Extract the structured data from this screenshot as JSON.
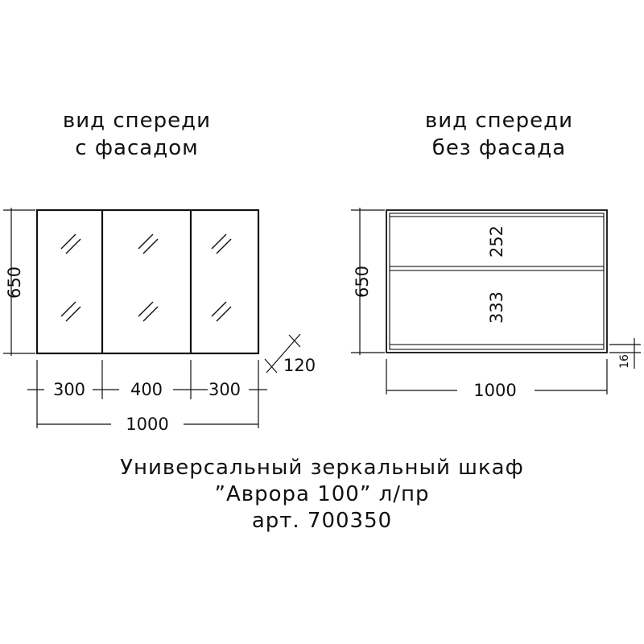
{
  "views": {
    "left_title_line1": "вид спереди",
    "left_title_line2": "с фасадом",
    "right_title_line1": "вид спереди",
    "right_title_line2": "без фасада"
  },
  "dimensions": {
    "left_height": "650",
    "depth": "120",
    "door_widths": [
      "300",
      "400",
      "300"
    ],
    "left_total_width": "1000",
    "right_height": "650",
    "shelf_upper": "252",
    "shelf_lower": "333",
    "plinth": "16",
    "right_total_width": "1000"
  },
  "caption": {
    "line1": "Универсальный зеркальный шкаф",
    "line2": "”Аврора 100” л/пр",
    "line3": "арт. 700350"
  }
}
